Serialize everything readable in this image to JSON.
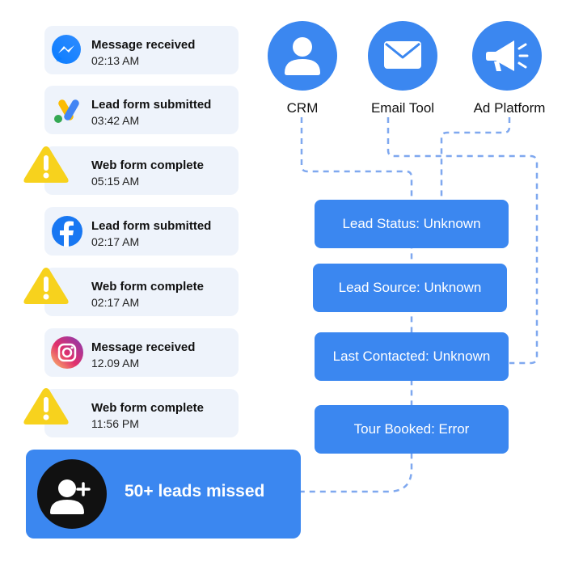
{
  "events": [
    {
      "title": "Message received",
      "time": "02:13 AM",
      "icon": "messenger-icon"
    },
    {
      "title": "Lead form submitted",
      "time": "03:42 AM",
      "icon": "google-ads-icon"
    },
    {
      "title": "Web form complete",
      "time": "05:15 AM",
      "icon": "warning-icon"
    },
    {
      "title": "Lead form submitted",
      "time": "02:17 AM",
      "icon": "facebook-icon"
    },
    {
      "title": "Web form complete",
      "time": "02:17 AM",
      "icon": "warning-icon"
    },
    {
      "title": "Message received",
      "time": "12.09 AM",
      "icon": "instagram-icon"
    },
    {
      "title": "Web form complete",
      "time": "11:56 PM",
      "icon": "warning-icon"
    }
  ],
  "tools": [
    {
      "label": "CRM",
      "icon": "user-icon"
    },
    {
      "label": "Email Tool",
      "icon": "envelope-icon"
    },
    {
      "label": "Ad Platform",
      "icon": "megaphone-icon"
    }
  ],
  "statuses": [
    {
      "label": "Lead Status: Unknown"
    },
    {
      "label": "Lead Source: Unknown"
    },
    {
      "label": "Last Contacted: Unknown"
    },
    {
      "label": "Tour Booked: Error"
    }
  ],
  "missed": {
    "label": "50+ leads missed",
    "icon": "add-user-icon"
  },
  "colors": {
    "accent": "#3b87f0",
    "card_bg": "#eef3fb",
    "warning": "#f7d21d",
    "connector": "#7fa8ef",
    "dark": "#111111"
  }
}
